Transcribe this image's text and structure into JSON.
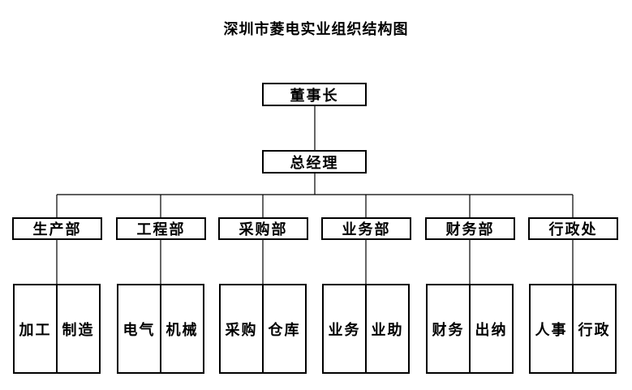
{
  "title": "深圳市菱电实业组织结构图",
  "chairman": "董事长",
  "gm": "总经理",
  "departments": [
    {
      "name": "生产部",
      "units": [
        "加工",
        "制造"
      ]
    },
    {
      "name": "工程部",
      "units": [
        "电气",
        "机械"
      ]
    },
    {
      "name": "采购部",
      "units": [
        "采购",
        "仓库"
      ]
    },
    {
      "name": "业务部",
      "units": [
        "业务",
        "业助"
      ]
    },
    {
      "name": "财务部",
      "units": [
        "财务",
        "出纳"
      ]
    },
    {
      "name": "行政处",
      "units": [
        "人事",
        "行政"
      ]
    }
  ]
}
